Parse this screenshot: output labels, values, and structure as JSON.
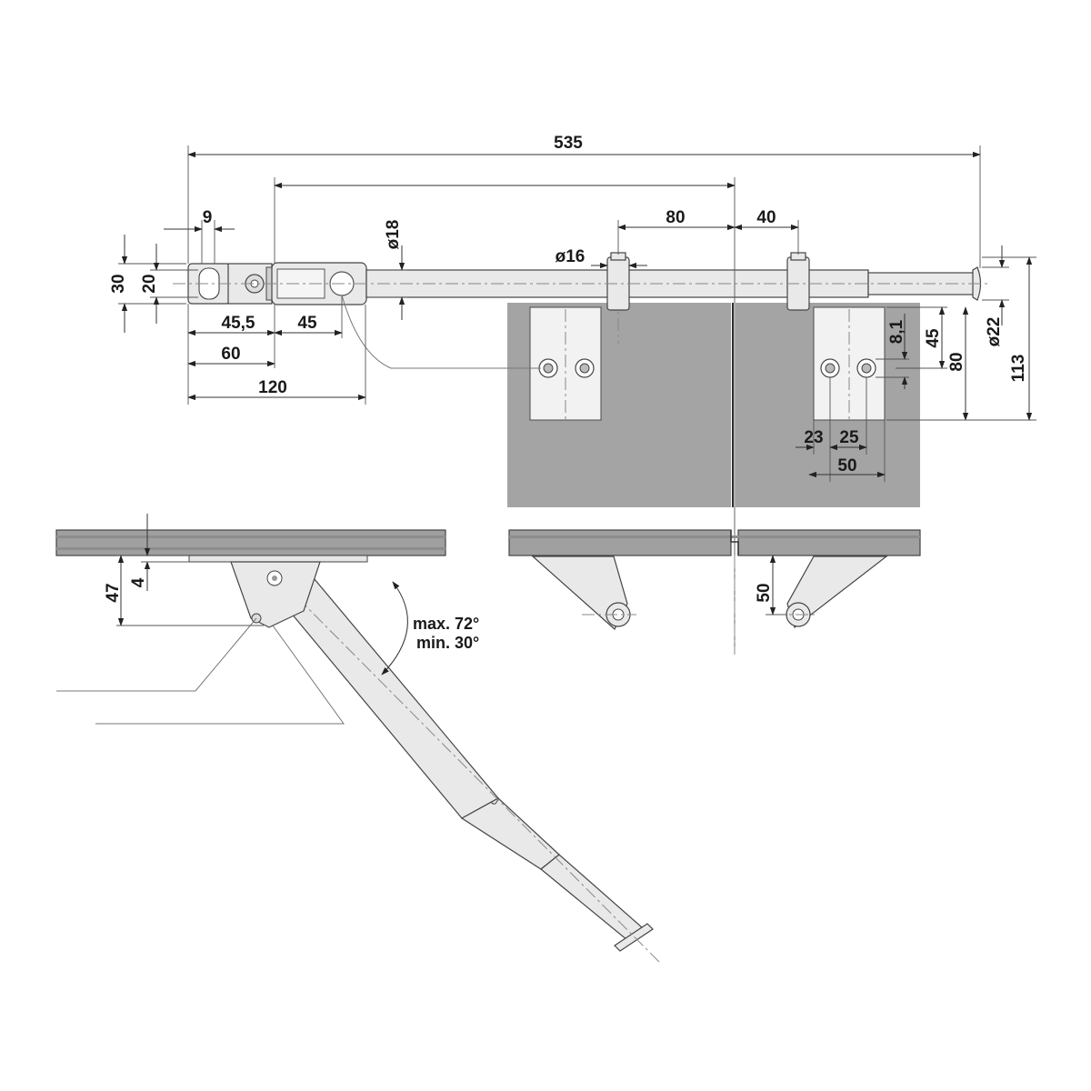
{
  "colors": {
    "panel_gray": "#a4a4a4",
    "panel_dark": "#8a8a8a",
    "part_fill": "#e9e9e9",
    "line": "#333333"
  },
  "dimensions": {
    "d535": "535",
    "d9": "9",
    "d30": "30",
    "d20": "20",
    "d18": "ø18",
    "d80_top": "80",
    "d40": "40",
    "d16": "ø16",
    "d45_5": "45,5",
    "d45_left": "45",
    "d60": "60",
    "d120": "120",
    "d8_1": "8,1",
    "d45_right": "45",
    "d80_right": "80",
    "d22": "ø22",
    "d113": "113",
    "d23": "23",
    "d25": "25",
    "d50_bottom": "50",
    "d47": "47",
    "d4": "4",
    "d50_side": "50"
  },
  "angle": {
    "max": "max. 72°",
    "min": "min. 30°"
  }
}
